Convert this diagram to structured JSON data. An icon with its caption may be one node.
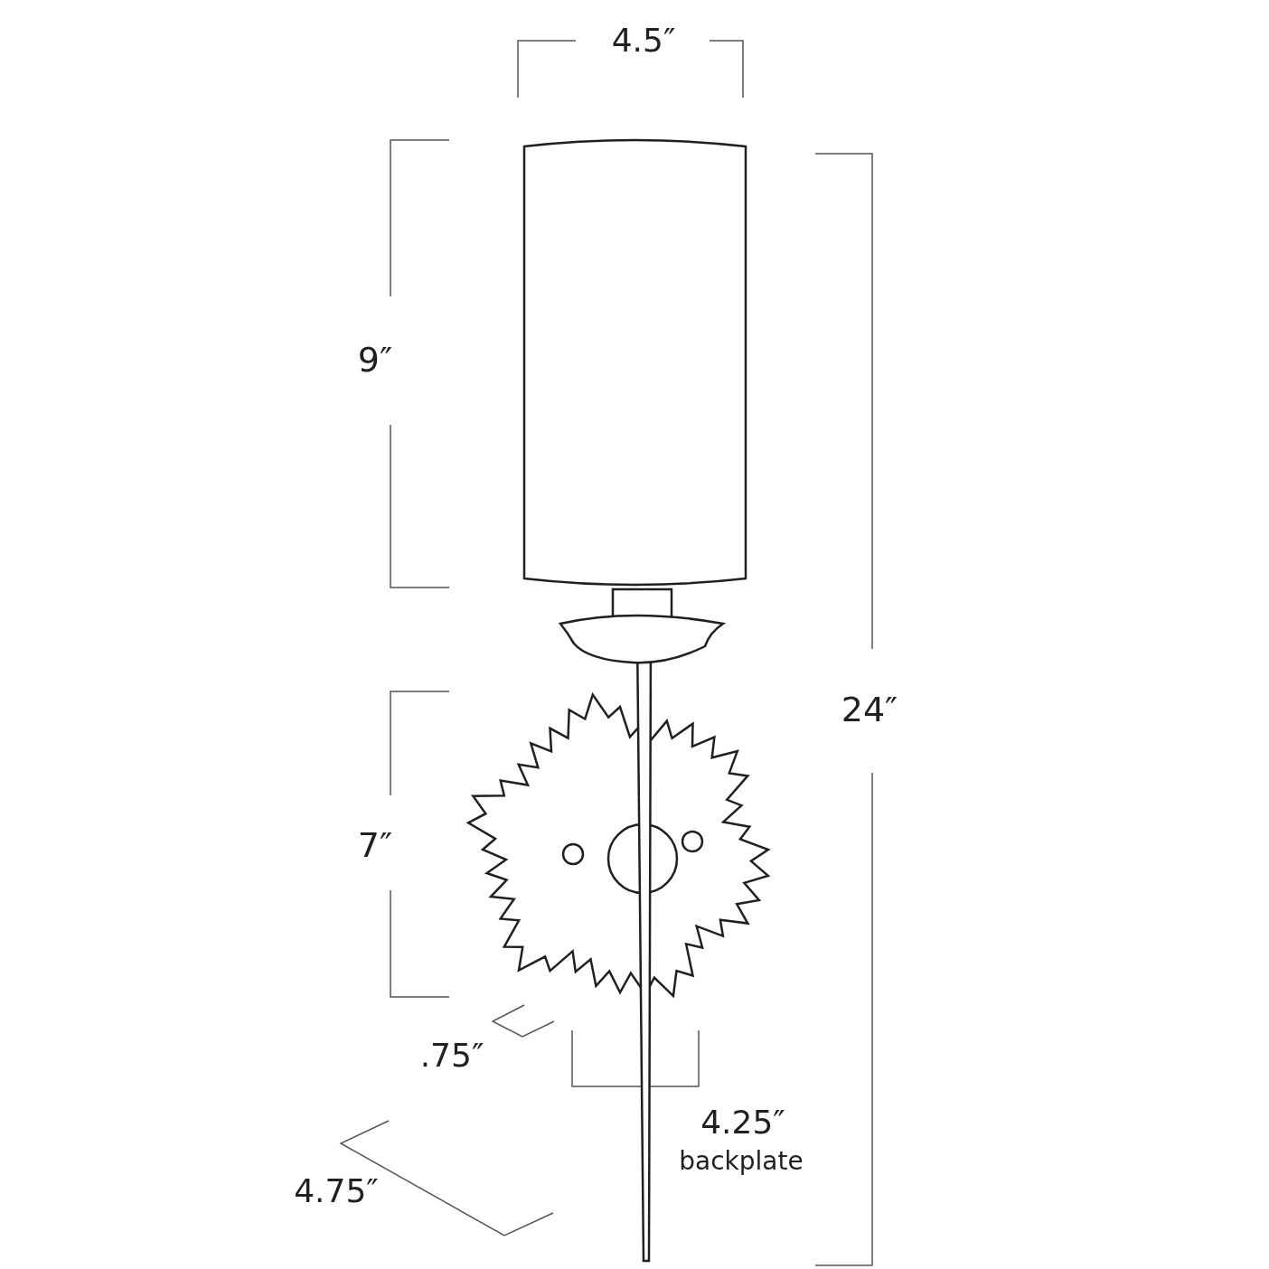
{
  "diagram": {
    "labels": [
      "4.5″",
      "9″",
      "24″",
      "7″",
      ".75″",
      "4.25″",
      "backplate",
      "4.75″"
    ]
  }
}
